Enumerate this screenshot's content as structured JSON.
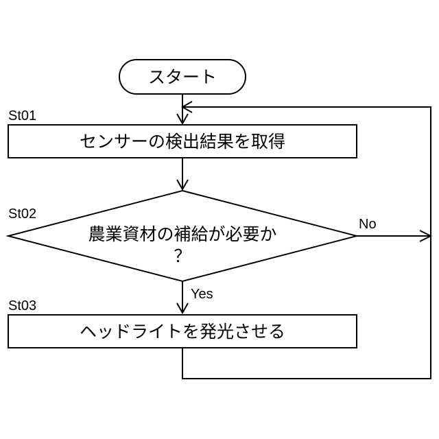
{
  "start": {
    "label": "スタート"
  },
  "steps": [
    {
      "id": "St01",
      "text": "センサーの検出結果を取得"
    },
    {
      "id": "St02",
      "text_line1": "農業資材の補給が必要か",
      "text_line2": "？"
    },
    {
      "id": "St03",
      "text": "ヘッドライトを発光させる"
    }
  ],
  "branches": {
    "yes": "Yes",
    "no": "No"
  }
}
